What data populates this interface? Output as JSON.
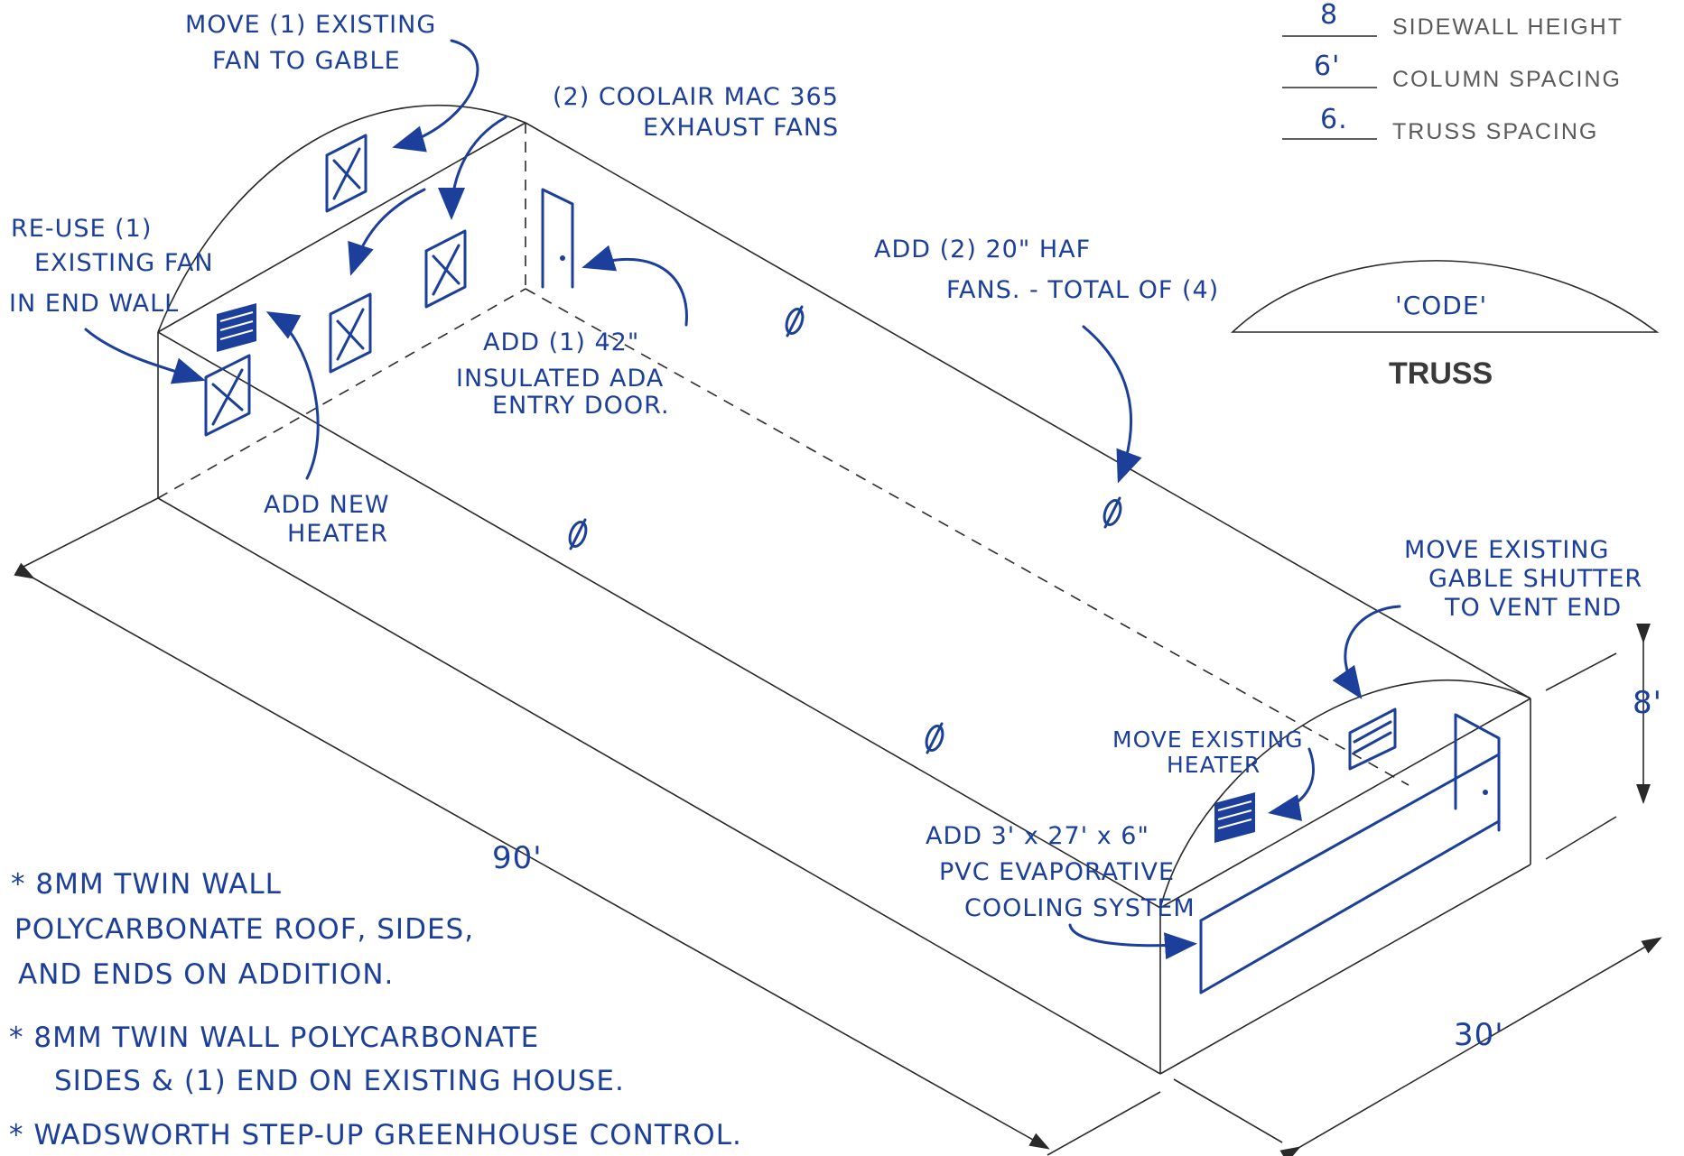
{
  "specs": {
    "sidewall_height": {
      "value": "8",
      "label": "SIDEWALL HEIGHT"
    },
    "column_spacing": {
      "value": "6'",
      "label": "COLUMN SPACING"
    },
    "truss_spacing": {
      "value": "6.",
      "label": "TRUSS SPACING"
    }
  },
  "truss": {
    "code_label": "'CODE'",
    "title": "TRUSS"
  },
  "dimensions": {
    "length": "90'",
    "width": "30'",
    "height": "8'"
  },
  "notes": {
    "move_fan": [
      "MOVE (1) EXISTING",
      "FAN TO GABLE"
    ],
    "coolair": [
      "(2) COOLAIR MAC 365",
      "EXHAUST FANS"
    ],
    "reuse_fan": [
      "RE-USE (1)",
      "EXISTING FAN",
      "IN END WALL"
    ],
    "add_door": [
      "ADD (1) 42\"",
      "INSULATED ADA",
      "ENTRY DOOR."
    ],
    "add_haf": [
      "ADD (2) 20\" HAF",
      "FANS. - TOTAL OF (4)"
    ],
    "add_heater": [
      "ADD NEW",
      "HEATER"
    ],
    "move_shutter": [
      "MOVE EXISTING",
      "GABLE SHUTTER",
      "TO VENT END"
    ],
    "move_heater": [
      "MOVE EXISTING",
      "HEATER"
    ],
    "evap": [
      "ADD 3' x 27' x 6\"",
      "PVC EVAPORATIVE",
      "COOLING SYSTEM"
    ]
  },
  "bullets": {
    "b1": [
      "* 8MM TWIN WALL",
      "POLYCARBONATE ROOF, SIDES,",
      "AND ENDS ON ADDITION."
    ],
    "b2": [
      "* 8MM TWIN WALL POLYCARBONATE",
      "SIDES & (1) END ON EXISTING HOUSE."
    ],
    "b3": [
      "* WADSWORTH STEP-UP GREENHOUSE CONTROL."
    ]
  },
  "colors": {
    "ink": "#1d3f9c",
    "line": "#2a2a2a",
    "spec_text": "#5a5a5a"
  }
}
